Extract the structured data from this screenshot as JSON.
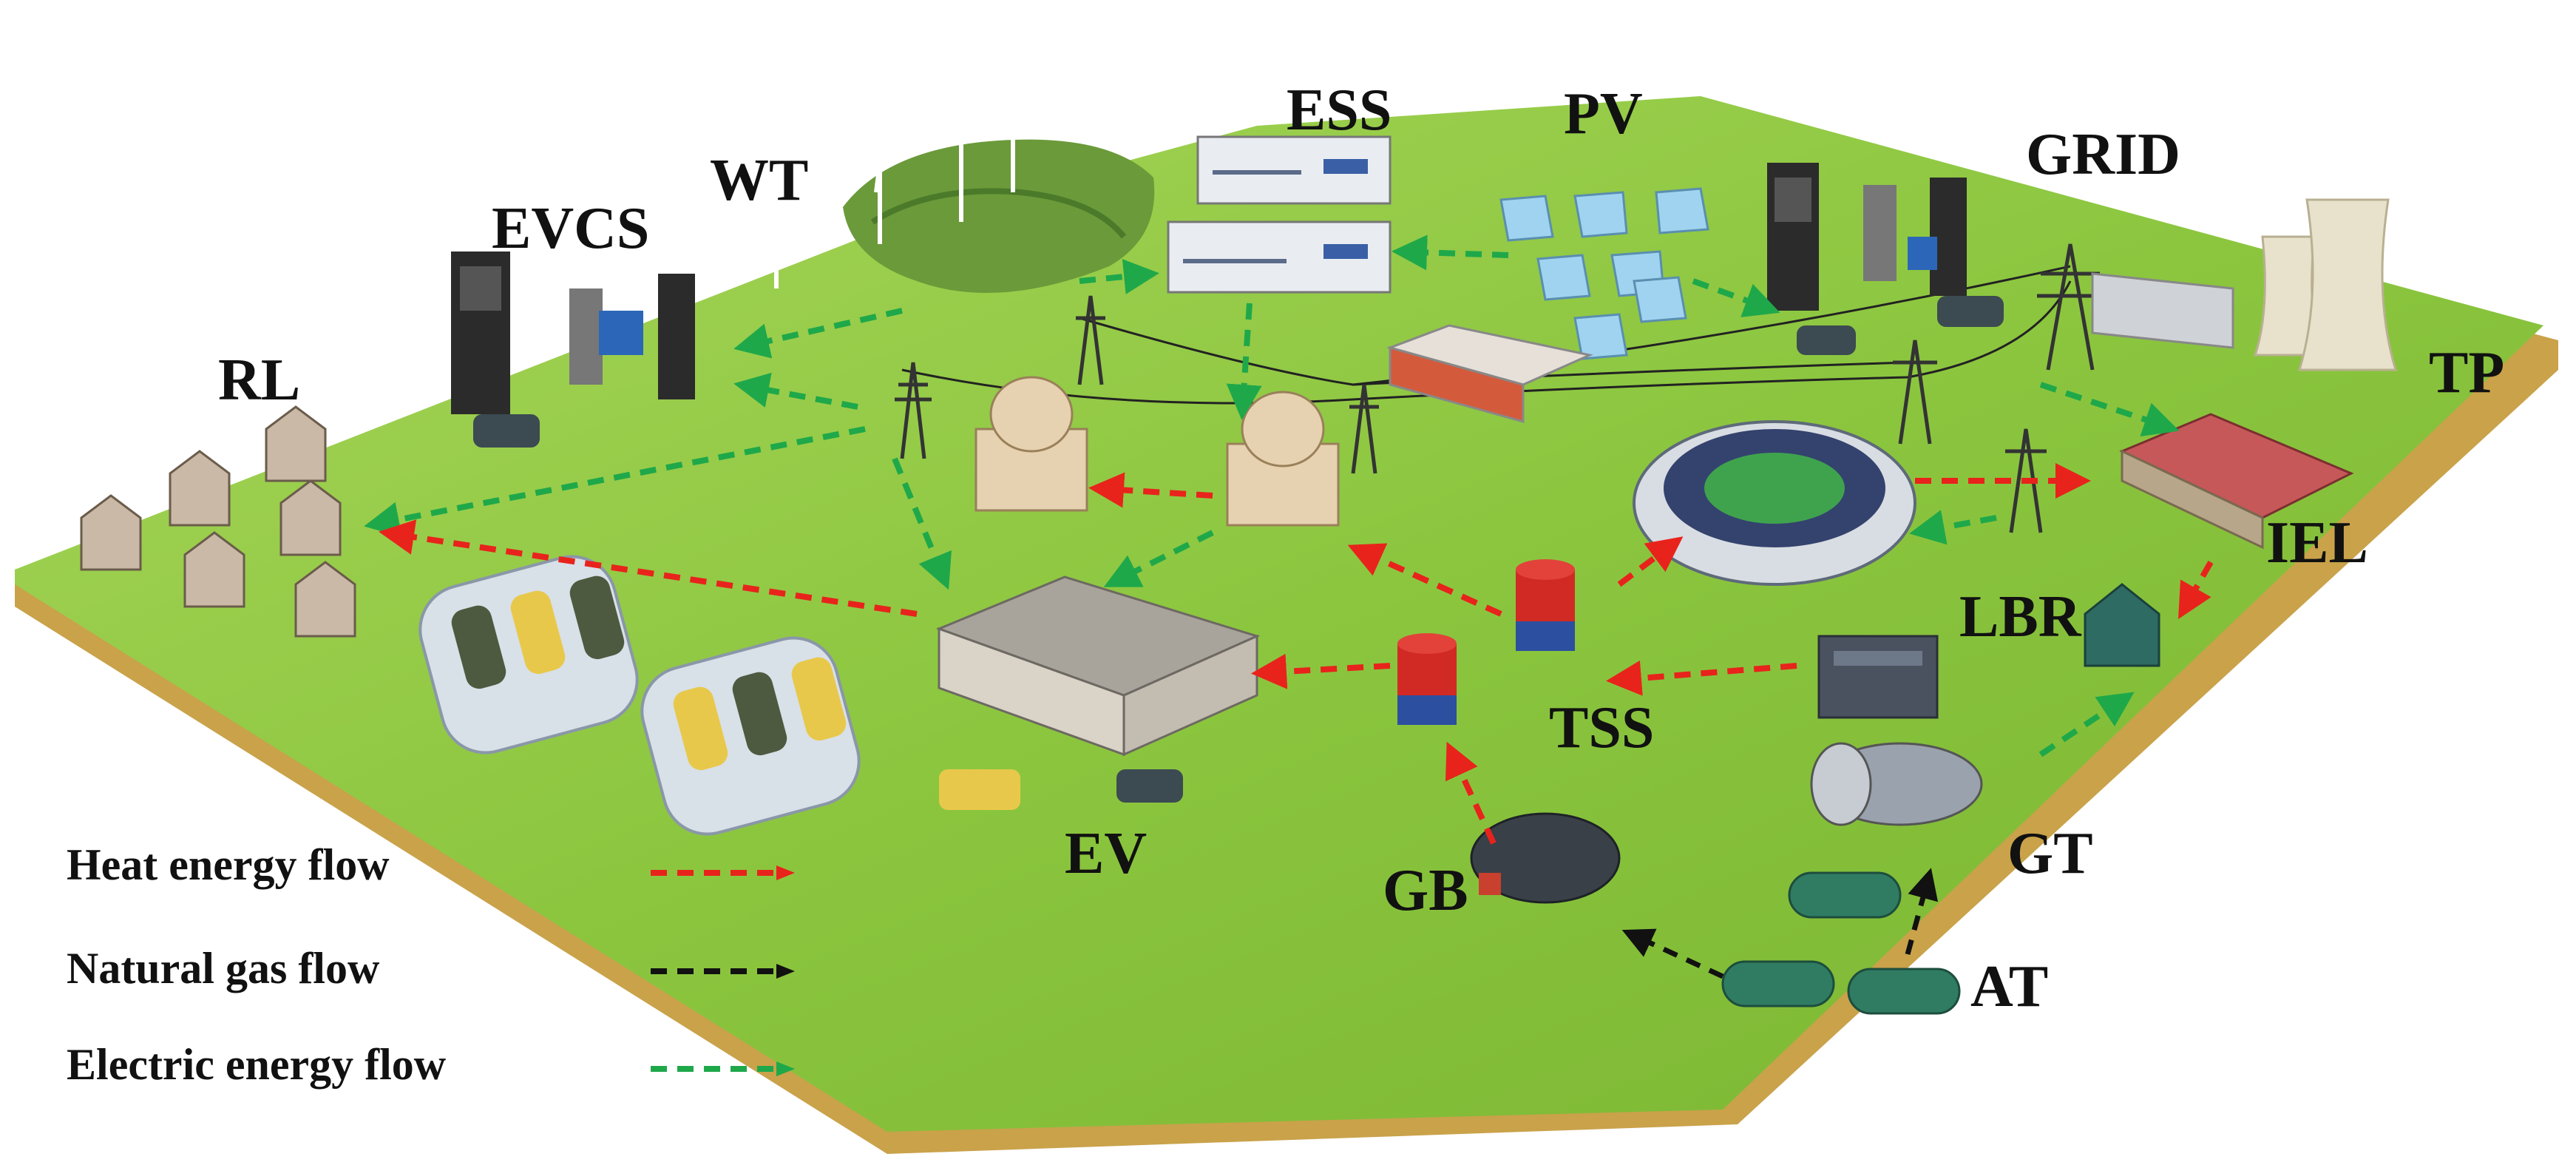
{
  "labels": {
    "wt": "WT",
    "ess": "ESS",
    "pv": "PV",
    "grid": "GRID",
    "evcs": "EVCS",
    "rl": "RL",
    "tp": "TP",
    "iel": "IEL",
    "lbr": "LBR",
    "tss": "TSS",
    "ev": "EV",
    "gb": "GB",
    "gt": "GT",
    "at": "AT"
  },
  "legend": {
    "heat": "Heat energy flow",
    "gas": "Natural gas flow",
    "electric": "Electric energy flow"
  },
  "colors": {
    "heat": "#e8231c",
    "gas": "#111111",
    "electric": "#1fa84a",
    "grass": "#8cc63f",
    "soil": "#c9a24a"
  },
  "icons": [
    "wind-turbine-icon",
    "battery-storage-icon",
    "solar-panel-icon",
    "transmission-tower-icon",
    "charging-station-icon",
    "house-icon",
    "cooling-tower-icon",
    "factory-icon",
    "stadium-icon",
    "storage-tank-icon",
    "boiler-icon",
    "gas-turbine-icon",
    "gas-tank-icon",
    "car-icon"
  ]
}
